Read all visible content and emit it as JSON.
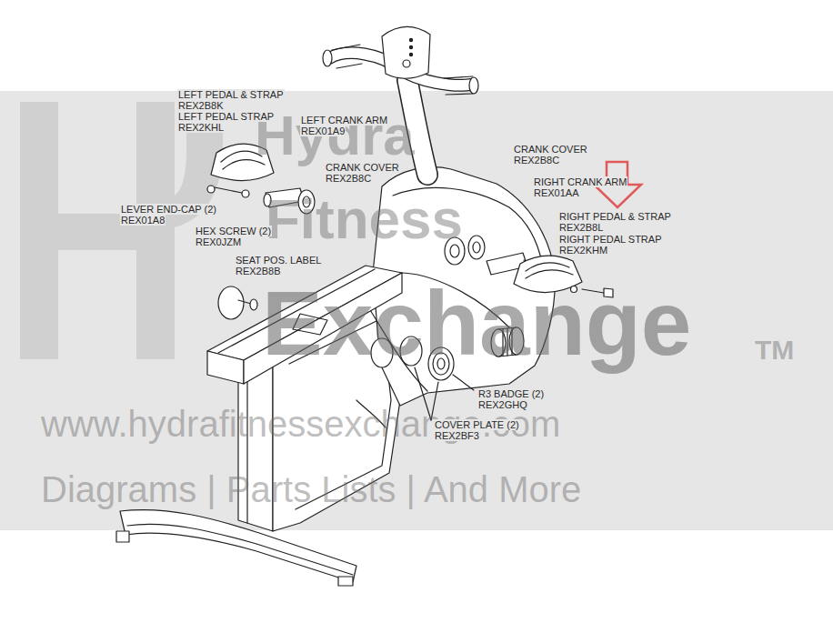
{
  "diagram": {
    "labels": [
      "LEFT PEDAL & STRAP",
      "REX2B8K",
      "LEFT PEDAL STRAP",
      "REX2KHL",
      "LEFT CRANK ARM",
      "REX01A9",
      "CRANK COVER",
      "REX2B8C",
      "LEVER END-CAP (2)",
      "REX01A8",
      "HEX SCREW (2)",
      "REX0JZM",
      "SEAT POS. LABEL",
      "REX2B8B",
      "CRANK COVER",
      "REX2B8C",
      "RIGHT CRANK ARM",
      "REX01AA",
      "RIGHT PEDAL & STRAP",
      "REX2B8L",
      "RIGHT PEDAL STRAP",
      "REX2KHM",
      "R3 BADGE (2)",
      "REX2GHQ",
      "COVER PLATE (2)",
      "REX2BF3",
      "Hydra",
      "Fitness",
      "Exchange",
      "TM",
      "www.hydrafitnessexchange.com",
      "Diagrams | Parts Lists | And More"
    ]
  }
}
